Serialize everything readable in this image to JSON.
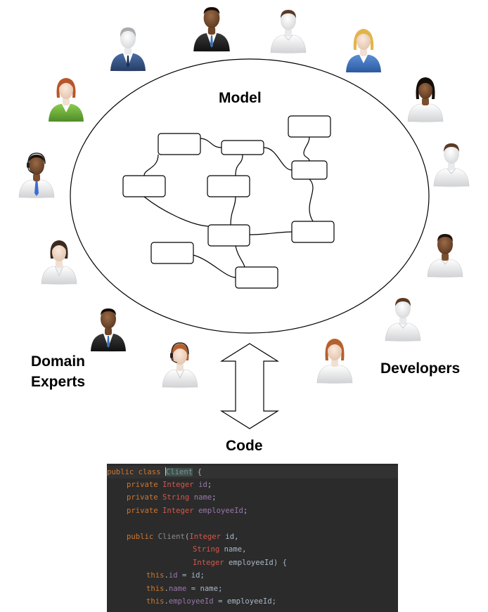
{
  "labels": {
    "model": "Model",
    "code": "Code",
    "domain_experts": [
      "Domain",
      "Experts"
    ],
    "developers": "Developers"
  },
  "colors": {
    "suit_navy": "#2f4f80",
    "suit_black": "#1e1e1e",
    "jacket_green": "#6fae3a",
    "jacket_blue": "#3d6fb8",
    "tie_blue": "#4a7fd4",
    "code_bg": "#2b2b2b",
    "keyword": "#cc7832",
    "type": "#d4574a",
    "field": "#9876aa",
    "plain": "#a9b7c6"
  },
  "code": {
    "line1": {
      "kw": "public class ",
      "cls": "Client",
      "rest": " {"
    },
    "line2": {
      "kw": "private ",
      "type": "Integer ",
      "fld": "id",
      "rest": ";"
    },
    "line3": {
      "kw": "private ",
      "type": "String ",
      "fld": "name",
      "rest": ";"
    },
    "line4": {
      "kw": "private ",
      "type": "Integer ",
      "fld": "employeeId",
      "rest": ";"
    },
    "line6": {
      "kw": "public ",
      "name": "Client",
      "open": "(",
      "type": "Integer ",
      "param": "id",
      "rest": ","
    },
    "line7": {
      "type": "String ",
      "param": "name",
      "rest": ","
    },
    "line8": {
      "type": "Integer ",
      "param": "employeeId",
      "rest": ") {"
    },
    "line9": {
      "this": "this",
      "dot": ".",
      "fld": "id",
      "rest": " = id;"
    },
    "line10": {
      "this": "this",
      "dot": ".",
      "fld": "name",
      "rest": " = name;"
    },
    "line11": {
      "this": "this",
      "dot": ".",
      "fld": "employeeId",
      "rest": " = employeeId;"
    }
  },
  "people": [
    {
      "icon": "domain-expert-icon",
      "style": "silver-hair-navy-suit"
    },
    {
      "icon": "domain-expert-icon",
      "style": "dark-skin-black-suit"
    },
    {
      "icon": "developer-icon",
      "style": "white-shirt"
    },
    {
      "icon": "domain-expert-icon",
      "style": "blonde-woman-blue-jacket"
    },
    {
      "icon": "domain-expert-icon",
      "style": "redhead-woman-green-jacket"
    },
    {
      "icon": "domain-expert-icon",
      "style": "headset-blue-tie"
    },
    {
      "icon": "domain-expert-icon",
      "style": "woman-white-blazer"
    },
    {
      "icon": "domain-expert-icon",
      "style": "dark-skin-black-suit"
    },
    {
      "icon": "domain-expert-icon",
      "style": "woman-headset"
    },
    {
      "icon": "developer-icon",
      "style": "dark-hair-woman"
    },
    {
      "icon": "developer-icon",
      "style": "white-shirt"
    },
    {
      "icon": "developer-icon",
      "style": "dark-skin-white-shirt"
    },
    {
      "icon": "developer-icon",
      "style": "white-shirt"
    },
    {
      "icon": "developer-icon",
      "style": "redhead-woman"
    }
  ]
}
